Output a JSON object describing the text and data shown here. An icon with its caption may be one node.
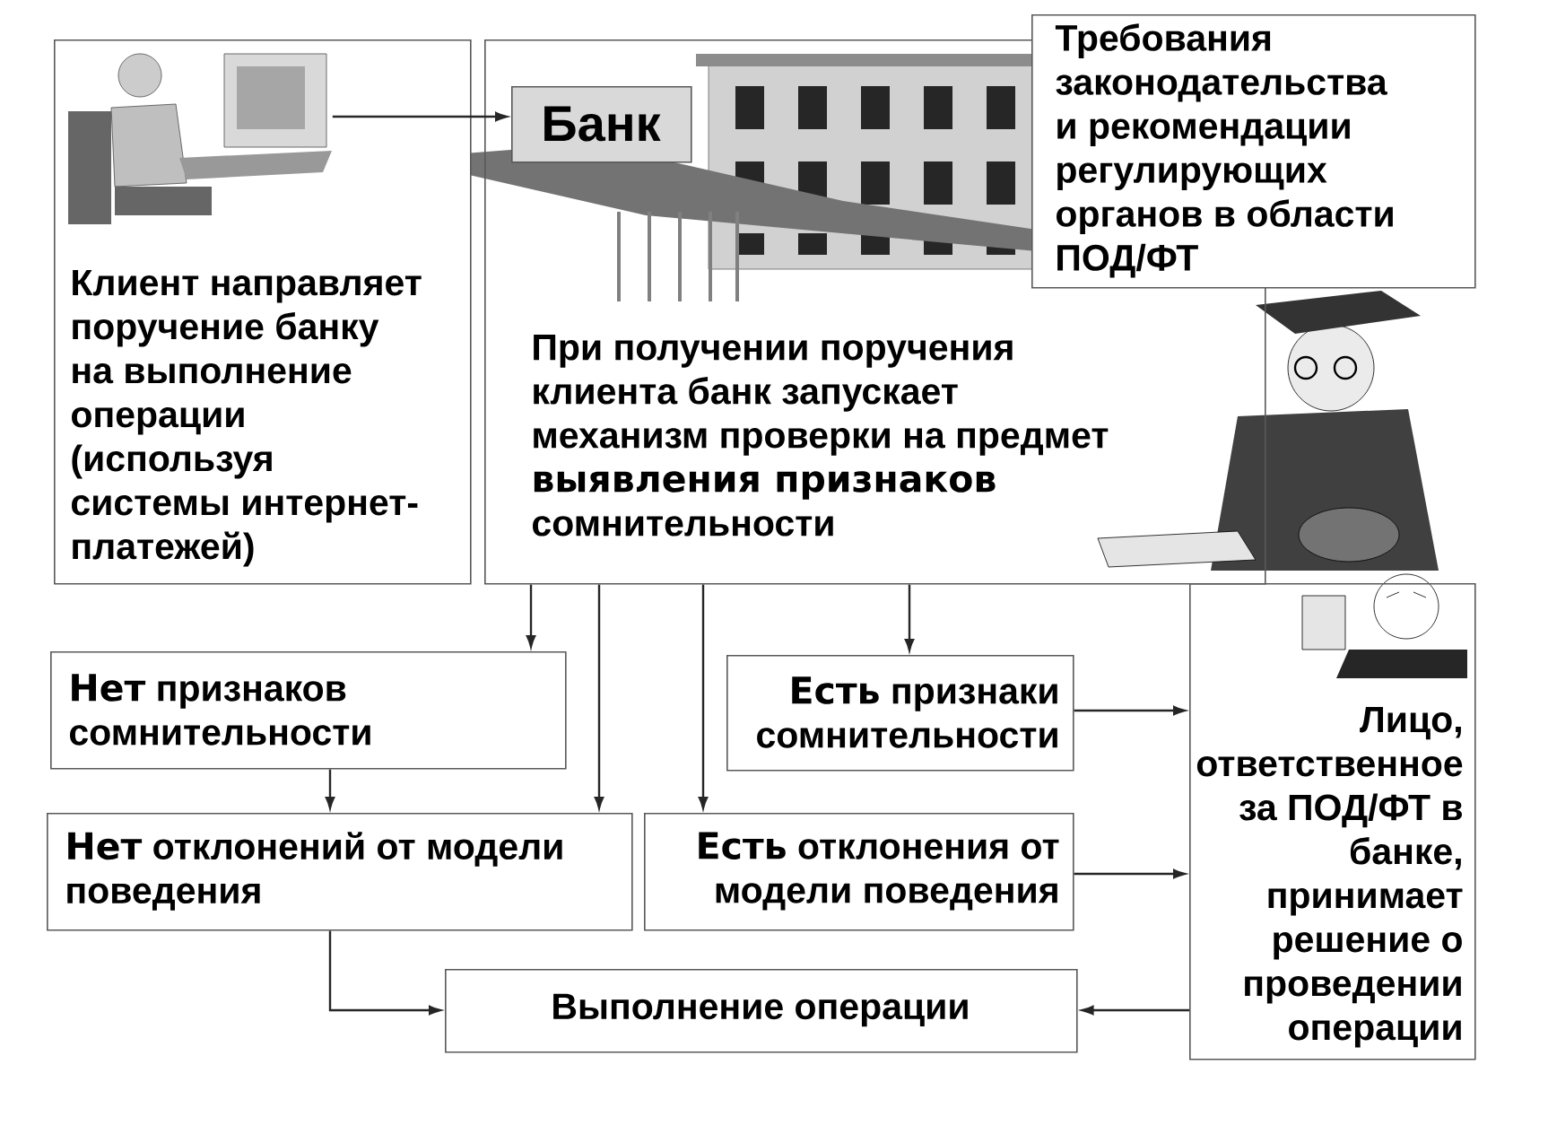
{
  "diagram": {
    "nodes": [
      {
        "text": [
          "Клиент направляет поручение банку на выполнение операции (используя системы интернет-платежей)"
        ]
      },
      {
        "text": [],
        "shape": "picture",
        "in": 0
      },
      {
        "text": [
          "При получении поручения клиента банк запускает механизм проверки на предмет **выявления признаков** сомнительности"
        ]
      },
      {
        "text": [
          "Банк"
        ],
        "in": 2
      },
      {
        "text": [
          "Требования законодательства и рекомендации регулирующих органов в области ПОД/ФТ"
        ]
      },
      {
        "text": [
          "Лицо, ответственное за ПОД/ФТ в банке, принимает решение о проведении операции"
        ]
      },
      {
        "text": [
          "**Нет** признаков сомнительности"
        ]
      },
      {
        "text": [
          "**Есть** признаки сомнительности"
        ]
      },
      {
        "text": [
          "**Нет** отклонений от модели поведения"
        ]
      },
      {
        "text": [
          "**Есть** отклонения от модели поведения"
        ]
      },
      {
        "text": [
          "Выполнение операции"
        ]
      }
    ],
    "edges": [
      {
        "from": 1,
        "to": 3,
        "arrow": "to"
      },
      {
        "from": 2,
        "to": 6,
        "arrow": "to"
      },
      {
        "from": 2,
        "to": 8,
        "arrow": "to"
      },
      {
        "from": 2,
        "to": 9,
        "arrow": "to"
      },
      {
        "from": 2,
        "to": 7,
        "arrow": "to"
      },
      {
        "from": 6,
        "to": 8,
        "arrow": "to"
      },
      {
        "from": 7,
        "to": 5,
        "arrow": "to"
      },
      {
        "from": 9,
        "to": 5,
        "arrow": "to"
      },
      {
        "from": 8,
        "to": 10,
        "arrow": "to"
      },
      {
        "from": 5,
        "to": 10,
        "arrow": "to"
      }
    ]
  }
}
